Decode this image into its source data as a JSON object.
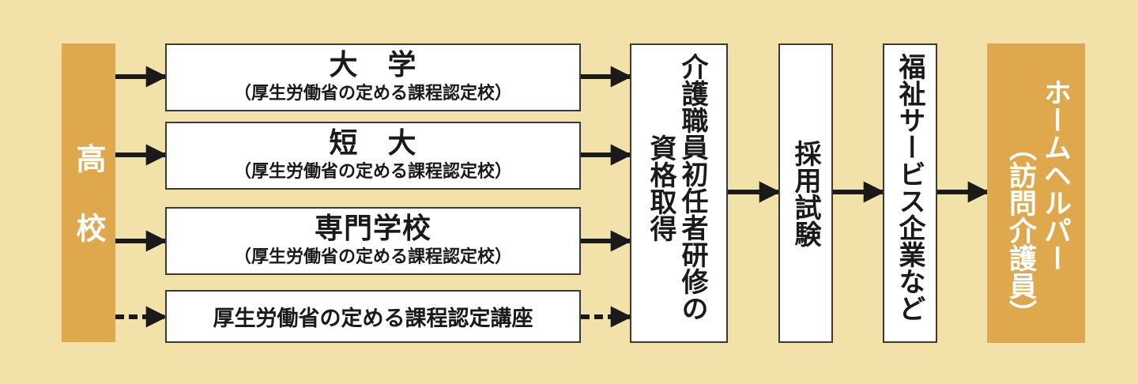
{
  "start": {
    "label": "高校"
  },
  "schools": [
    {
      "title": "大　学",
      "note": "（厚生労働省の定める課程認定校）"
    },
    {
      "title": "短　大",
      "note": "（厚生労働省の定める課程認定校）"
    },
    {
      "title": "専門学校",
      "note": "（厚生労働省の定める課程認定校）"
    }
  ],
  "course": {
    "label": "厚生労働省の定める課程認定講座"
  },
  "qualification": {
    "col1": "介護職員初任者研修の",
    "col2": "資格取得"
  },
  "exam": {
    "label": "採用試験"
  },
  "employer": {
    "label": "福祉サービス企業など"
  },
  "goal": {
    "col1": "ホームヘルパー",
    "col2": "（訪問介護員）"
  },
  "colors": {
    "background": "#f2e1a8",
    "accent_orange": "#e0a84c",
    "box_fill": "#ffffff",
    "line": "#1a1a1a"
  }
}
